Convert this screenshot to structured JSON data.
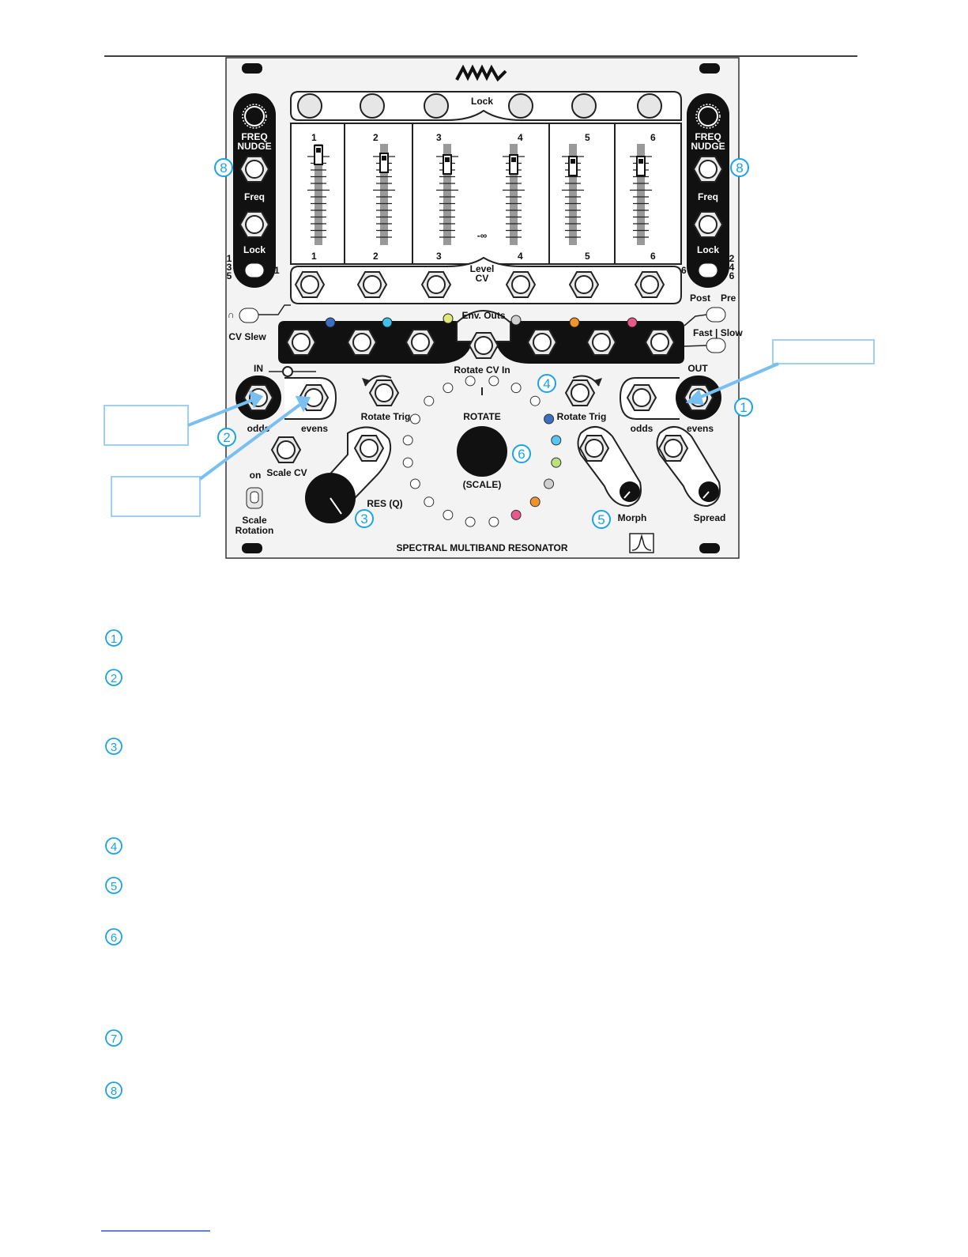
{
  "panel": {
    "brand": "4ms",
    "lock_label": "Lock",
    "channel_numbers": [
      "1",
      "2",
      "3",
      "4",
      "5",
      "6"
    ],
    "minus_infinity": "-∞",
    "level_cv": [
      "Level",
      "CV"
    ],
    "freq_nudge": [
      "FREQ",
      "NUDGE"
    ],
    "freq_label": "Freq",
    "side_lock_label": "Lock",
    "left_switch_labels": [
      "1",
      "3",
      "5"
    ],
    "left_switch_right": "1",
    "right_switch_labels": [
      "2",
      "4",
      "6"
    ],
    "right_switch_left": "6",
    "cv_slew": "CV Slew",
    "env_outs": "Env. Outs",
    "post": "Post",
    "pre": "Pre",
    "fast_slow": "Fast | Slow",
    "rotate_cv_in": "Rotate CV In",
    "in_label": "IN",
    "out_label": "OUT",
    "odds": "odds",
    "evens": "evens",
    "rotate_trig": "Rotate Trig",
    "rotate": "ROTATE",
    "scale": "(SCALE)",
    "scale_cv": "Scale CV",
    "on": "on",
    "scale_rotation": [
      "Scale",
      "Rotation"
    ],
    "res_q": "RES (Q)",
    "morph": "Morph",
    "spread": "Spread",
    "title": "SPECTRAL MULTIBAND RESONATOR"
  },
  "callouts": {
    "n1": "1",
    "n2": "2",
    "n3": "3",
    "n4": "4",
    "n5": "5",
    "n6": "6",
    "n8": "8"
  },
  "legend": [
    "1",
    "2",
    "3",
    "4",
    "5",
    "6",
    "7",
    "8"
  ],
  "colors": {
    "callout": "#1aa3e8",
    "env_leds": [
      "#3a6fc4",
      "#3fc0f0",
      "#dfe87a",
      "#cfcfcf",
      "#f0922e",
      "#e8588a"
    ],
    "ring_leds_lit": [
      "#3a6fc4",
      "#55c7f0",
      "#b9e27a",
      "#cfcfcf",
      "#f0922e",
      "#e8588a"
    ]
  }
}
